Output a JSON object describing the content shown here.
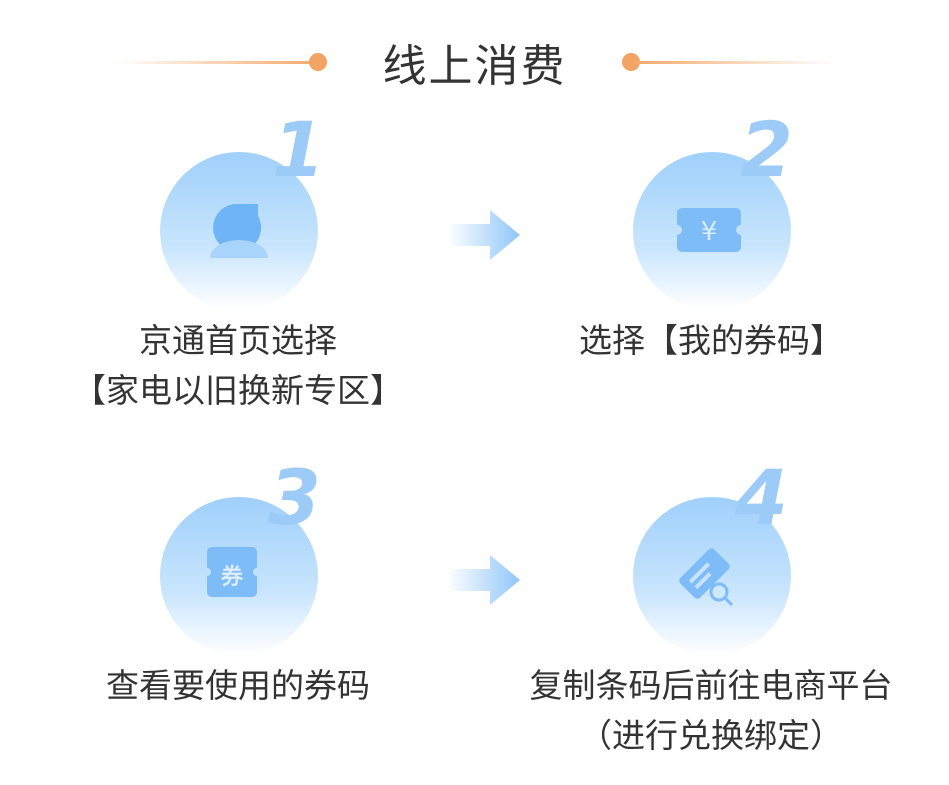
{
  "title": "线上消费",
  "steps": [
    {
      "number": "1",
      "icon": "user-icon",
      "lines": [
        "京通首页选择",
        "【家电以旧换新专区】"
      ]
    },
    {
      "number": "2",
      "icon": "yuan-coupon-icon",
      "lines": [
        "选择【我的券码】"
      ]
    },
    {
      "number": "3",
      "icon": "coupon-icon",
      "icon_text": "券",
      "lines": [
        "查看要使用的券码"
      ]
    },
    {
      "number": "4",
      "icon": "coupon-search-icon",
      "lines": [
        "复制条码后前往电商平台",
        "（进行兑换绑定）"
      ]
    }
  ],
  "colors": {
    "accent": "#f3a464",
    "circle": "#9fd0fb",
    "text": "#333333"
  }
}
